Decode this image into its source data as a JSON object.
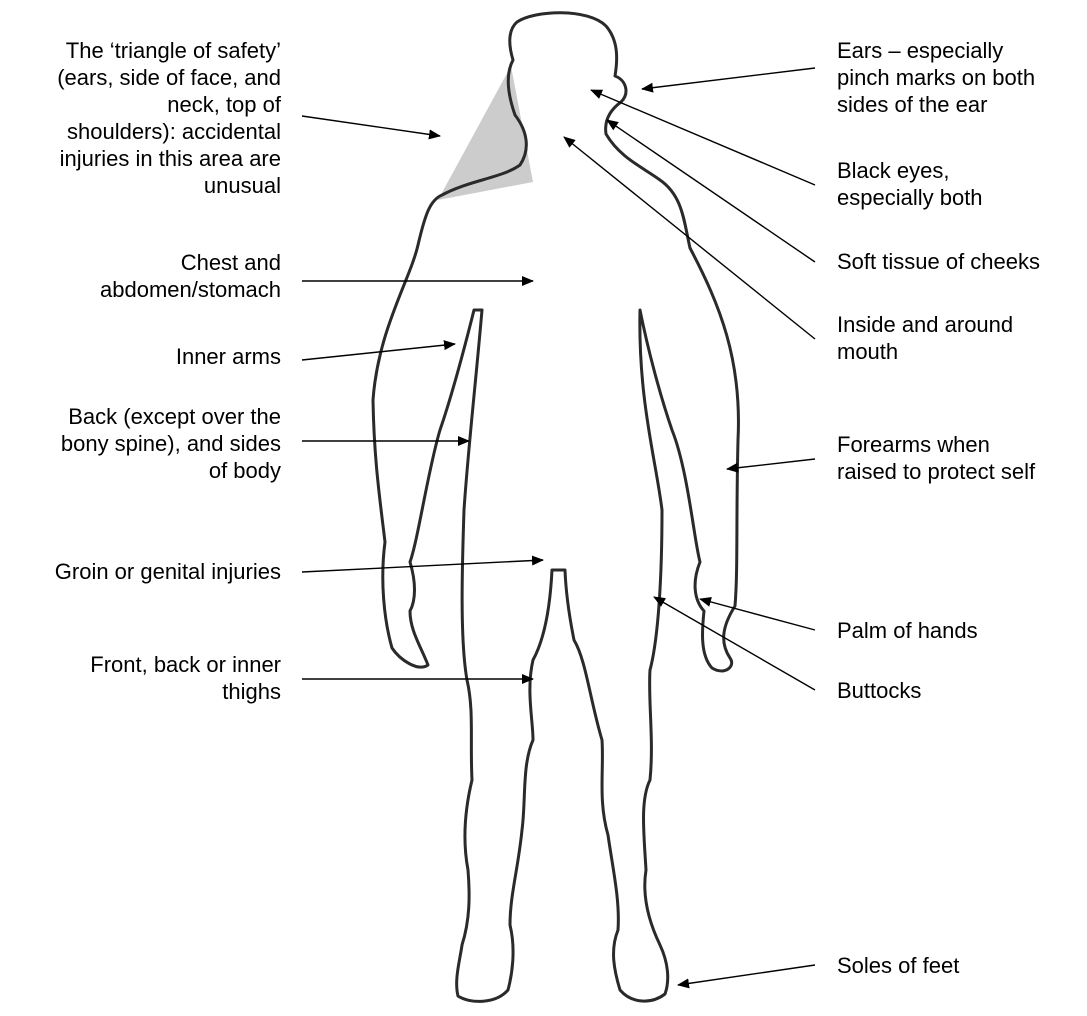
{
  "diagram": {
    "colors": {
      "outline": "#2a2a2a",
      "triangle_fill": "#cccccc",
      "arrow": "#000000"
    },
    "left_labels": [
      "The ‘triangle of safety’\n(ears, side of face, and\nneck, top of\nshoulders): accidental\ninjuries in this area are\nunusual",
      "Chest and\nabdomen/stomach",
      "Inner arms",
      "Back (except over the\nbony spine), and sides\nof body",
      "Groin or genital injuries",
      "Front, back or inner\nthighs"
    ],
    "right_labels": [
      "Ears – especially\npinch marks on both\nsides of the ear",
      "Black eyes,\nespecially both",
      "Soft tissue of cheeks",
      "Inside and around\nmouth",
      "Forearms when\nraised to protect self",
      "Palm of hands",
      "Buttocks",
      "Soles of feet"
    ]
  }
}
